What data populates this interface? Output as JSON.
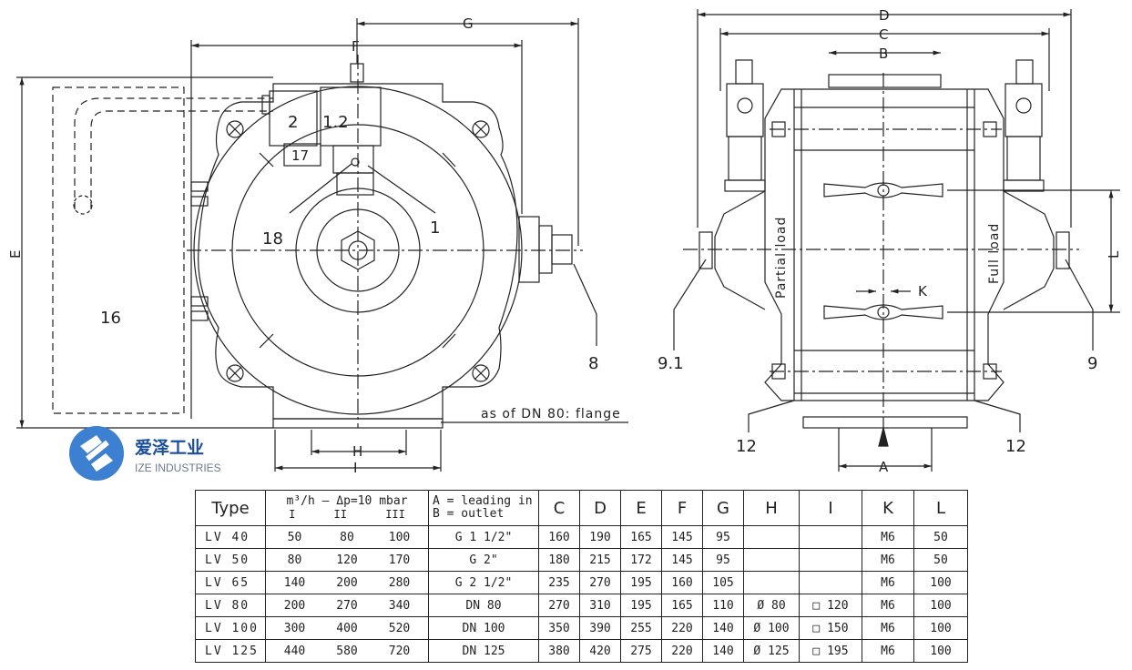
{
  "drawing": {
    "dimensions": [
      "G",
      "F",
      "E",
      "H",
      "I",
      "D",
      "C",
      "B",
      "L",
      "K",
      "A"
    ],
    "parts": [
      "2",
      "1.2",
      "17",
      "18",
      "1",
      "16",
      "8",
      "9.1",
      "9",
      "12",
      "12"
    ],
    "vertical_labels": {
      "left": "Partial load",
      "right": "Full load"
    },
    "flange_note": "as of DN 80: flange"
  },
  "logo": {
    "cn": "爱泽工业",
    "en": "IZE INDUSTRIES"
  },
  "table": {
    "headers": {
      "type": "Type",
      "flow_line1": "m³/h – Δp=10 mbar",
      "flow_sub": [
        "I",
        "II",
        "III"
      ],
      "conn_line1": "A = leading in",
      "conn_line2": "B = outlet",
      "cols": [
        "C",
        "D",
        "E",
        "F",
        "G",
        "H",
        "I",
        "K",
        "L"
      ]
    },
    "rows": [
      {
        "type": "LV 40",
        "q1": "50",
        "q2": "80",
        "q3": "100",
        "conn": "G 1 1/2\"",
        "C": "160",
        "D": "190",
        "E": "165",
        "F": "145",
        "G": "95",
        "H": "",
        "I": "",
        "K": "M6",
        "L": "50"
      },
      {
        "type": "LV 50",
        "q1": "80",
        "q2": "120",
        "q3": "170",
        "conn": "G 2\"",
        "C": "180",
        "D": "215",
        "E": "172",
        "F": "145",
        "G": "95",
        "H": "",
        "I": "",
        "K": "M6",
        "L": "50"
      },
      {
        "type": "LV 65",
        "q1": "140",
        "q2": "200",
        "q3": "280",
        "conn": "G 2 1/2\"",
        "C": "235",
        "D": "270",
        "E": "195",
        "F": "160",
        "G": "105",
        "H": "",
        "I": "",
        "K": "M6",
        "L": "100"
      },
      {
        "type": "LV 80",
        "q1": "200",
        "q2": "270",
        "q3": "340",
        "conn": "DN 80",
        "C": "270",
        "D": "310",
        "E": "195",
        "F": "165",
        "G": "110",
        "H": "Ø 80",
        "I": "□ 120",
        "K": "M6",
        "L": "100"
      },
      {
        "type": "LV 100",
        "q1": "300",
        "q2": "400",
        "q3": "520",
        "conn": "DN 100",
        "C": "350",
        "D": "390",
        "E": "255",
        "F": "220",
        "G": "140",
        "H": "Ø 100",
        "I": "□ 150",
        "K": "M6",
        "L": "100"
      },
      {
        "type": "LV 125",
        "q1": "440",
        "q2": "580",
        "q3": "720",
        "conn": "DN 125",
        "C": "380",
        "D": "420",
        "E": "275",
        "F": "220",
        "G": "140",
        "H": "Ø 125",
        "I": "□ 195",
        "K": "M6",
        "L": "100"
      }
    ]
  }
}
